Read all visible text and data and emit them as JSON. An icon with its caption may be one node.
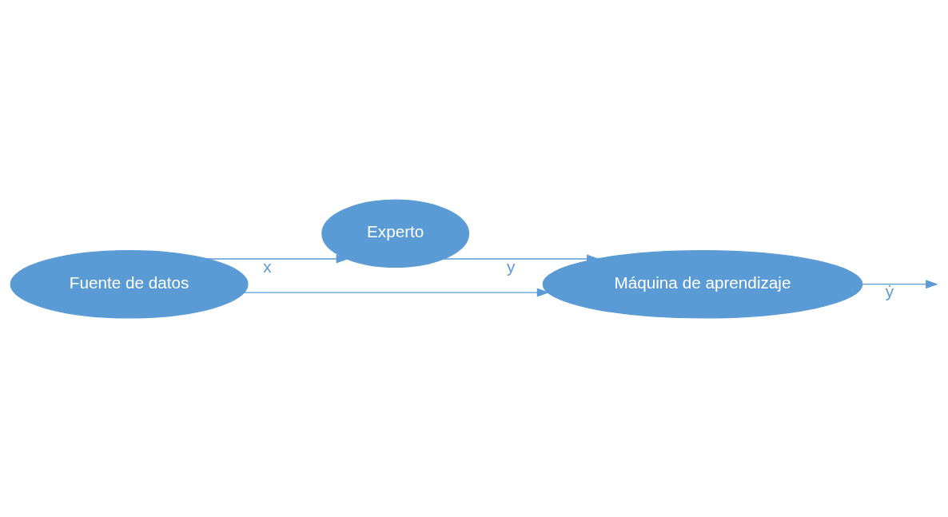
{
  "diagram": {
    "nodes": [
      {
        "text": [
          "Fuente de datos"
        ]
      },
      {
        "text": [
          "Experto"
        ]
      },
      {
        "text": [
          "Máquina de aprendizaje"
        ]
      }
    ],
    "edges": [
      {
        "from": 0,
        "to": 1,
        "arrow": "to",
        "label": "x"
      },
      {
        "from": 0,
        "to": 2,
        "arrow": "to"
      },
      {
        "from": 1,
        "to": 2,
        "arrow": "to",
        "label": "y"
      },
      {
        "from": 2,
        "to": null,
        "arrow": "to",
        "label": "ẏ"
      }
    ]
  }
}
